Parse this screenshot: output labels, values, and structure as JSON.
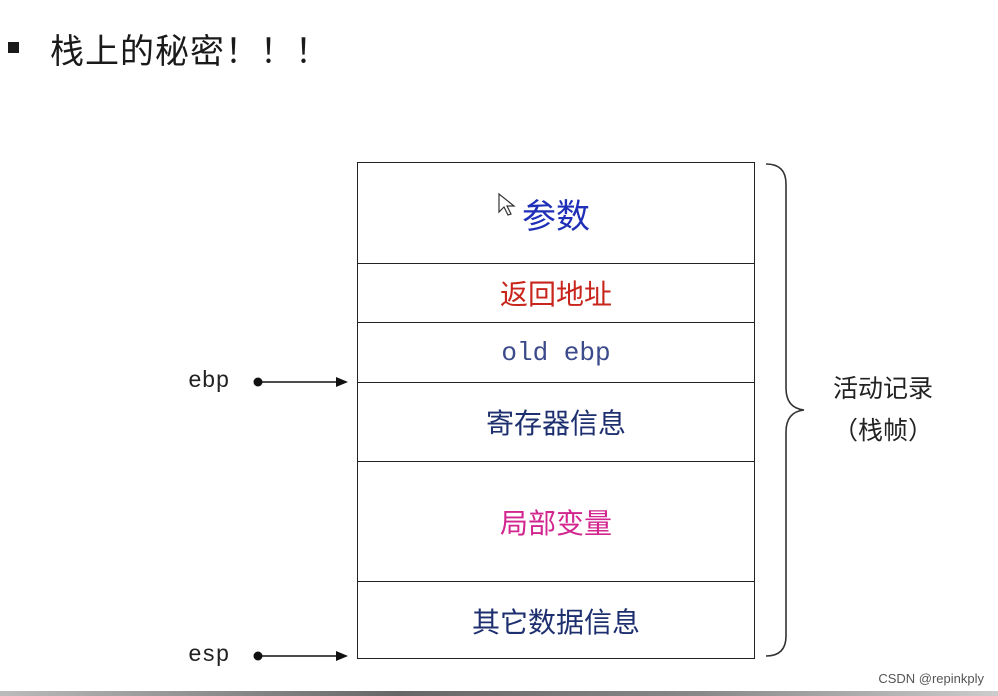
{
  "heading": {
    "bullet": "■",
    "title": "栈上的秘密！！！"
  },
  "stack_frame": {
    "cells": [
      {
        "label": "参数",
        "color": "#1f2fb8"
      },
      {
        "label": "返回地址",
        "color": "#c8261c"
      },
      {
        "label": "old ebp",
        "color": "#3b4a8a"
      },
      {
        "label": "寄存器信息",
        "color": "#1d2f6e"
      },
      {
        "label": "局部变量",
        "color": "#d2258f"
      },
      {
        "label": "其它数据信息",
        "color": "#1d2f6e"
      }
    ]
  },
  "pointers": {
    "ebp": "ebp",
    "esp": "esp"
  },
  "brace": {
    "line1": "活动记录",
    "line2": "（栈帧）"
  },
  "watermark": "CSDN @repinkply"
}
